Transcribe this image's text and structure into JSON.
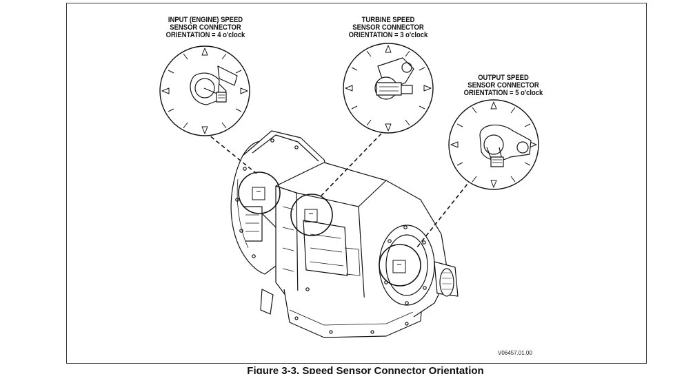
{
  "callouts": {
    "input": {
      "line1": "INPUT (ENGINE) SPEED",
      "line2": "SENSOR CONNECTOR",
      "line3": "ORIENTATION = 4 o'clock"
    },
    "turbine": {
      "line1": "TURBINE SPEED",
      "line2": "SENSOR CONNECTOR",
      "line3": "ORIENTATION = 3 o'clock"
    },
    "output": {
      "line1": "OUTPUT SPEED",
      "line2": "SENSOR CONNECTOR",
      "line3": "ORIENTATION = 5 o'clock"
    }
  },
  "reference_code": "V06457.01.00",
  "caption": "Figure 3-3. Speed Sensor Connector Orientation",
  "colors": {
    "line": "#111111",
    "background": "#ffffff"
  }
}
